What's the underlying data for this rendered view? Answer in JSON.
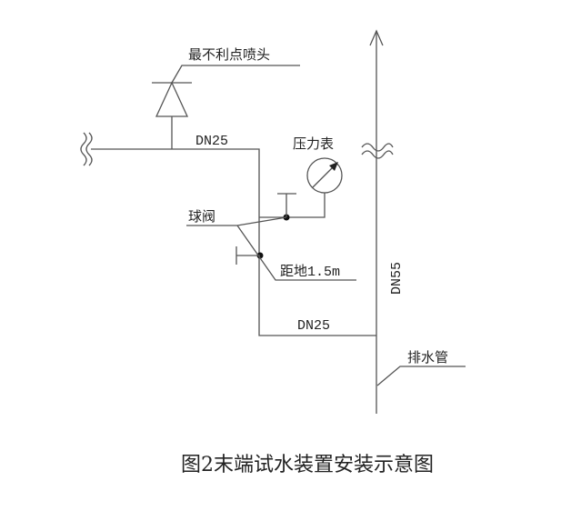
{
  "labels": {
    "sprinkler": "最不利点喷头",
    "pipe_top": "DN25",
    "pressure_gauge": "压力表",
    "ball_valve": "球阀",
    "height": "距地1.5m",
    "pipe_bottom": "DN25",
    "main_pipe": "DN55",
    "drain_pipe": "排水管"
  },
  "caption": "图2末端试水装置安装示意图"
}
